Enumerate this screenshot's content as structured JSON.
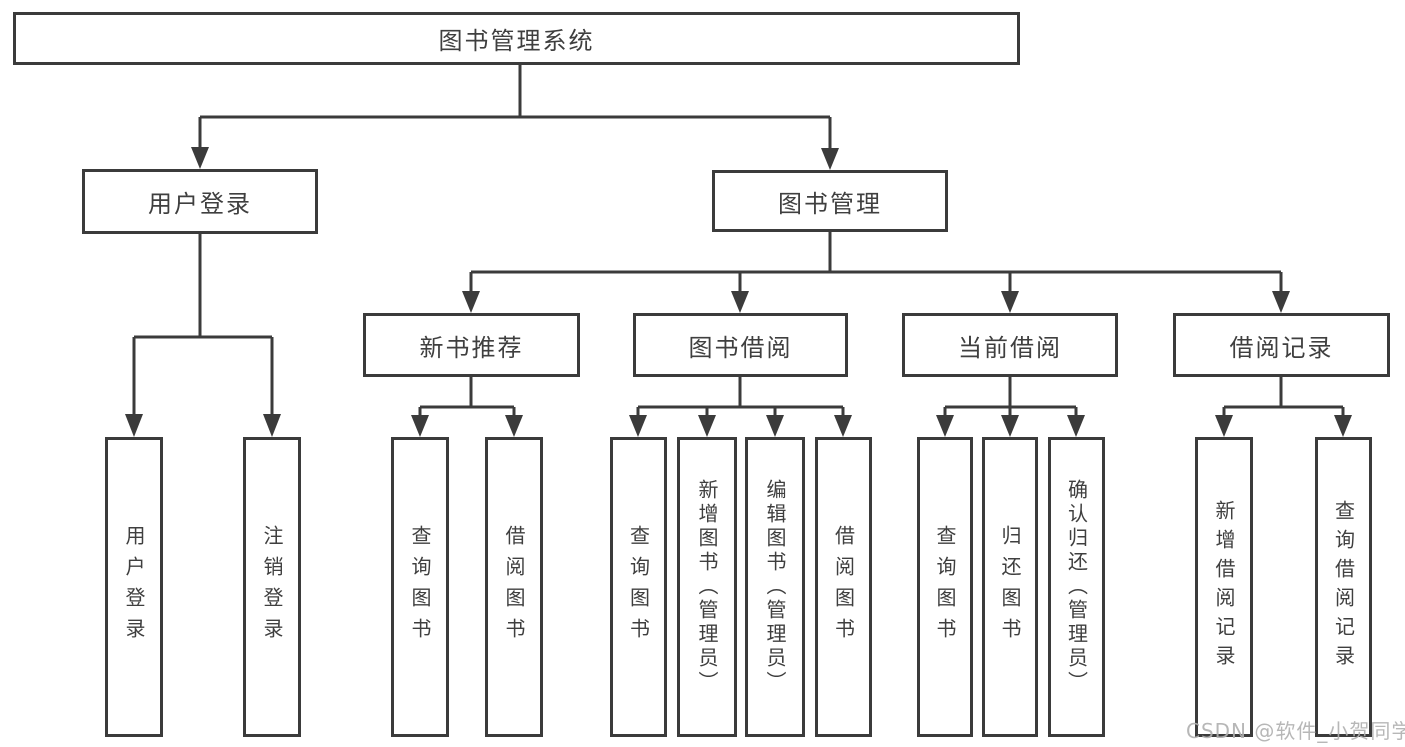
{
  "colors": {
    "line": "#3b3b3b",
    "text": "#3f3f3f",
    "watermark": "#b0b0b0",
    "bg": "#ffffff"
  },
  "watermark": {
    "text": "CSDN @软件_小贺同学"
  },
  "tree": {
    "label": "图书管理系统",
    "children": [
      {
        "label": "用户登录",
        "children": [
          {
            "label": "用户登录"
          },
          {
            "label": "注销登录"
          }
        ]
      },
      {
        "label": "图书管理",
        "children": [
          {
            "label": "新书推荐",
            "children": [
              {
                "label": "查询图书"
              },
              {
                "label": "借阅图书"
              }
            ]
          },
          {
            "label": "图书借阅",
            "children": [
              {
                "label": "查询图书"
              },
              {
                "label": "新增图书（管理员）"
              },
              {
                "label": "编辑图书（管理员）"
              },
              {
                "label": "借阅图书"
              }
            ]
          },
          {
            "label": "当前借阅",
            "children": [
              {
                "label": "查询图书"
              },
              {
                "label": "归还图书"
              },
              {
                "label": "确认归还（管理员）"
              }
            ]
          },
          {
            "label": "借阅记录",
            "children": [
              {
                "label": "新增借阅记录"
              },
              {
                "label": "查询借阅记录"
              }
            ]
          }
        ]
      }
    ]
  }
}
